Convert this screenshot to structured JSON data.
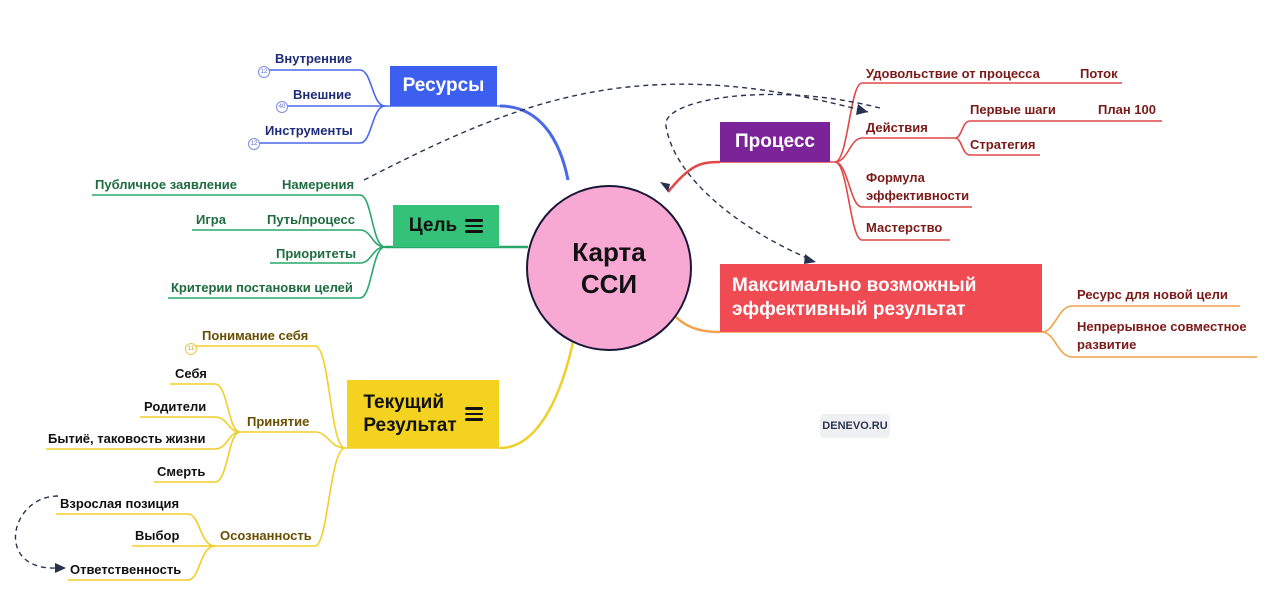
{
  "center": {
    "line1": "Карта",
    "line2": "ССИ"
  },
  "resources": {
    "title": "Ресурсы",
    "items": [
      {
        "label": "Внутренние",
        "badge": "12"
      },
      {
        "label": "Внешние",
        "badge": "40"
      },
      {
        "label": "Инструменты",
        "badge": "12"
      }
    ]
  },
  "goal": {
    "title": "Цель",
    "intent": "Намерения",
    "public": "Публичное заявление",
    "path": "Путь/процесс",
    "game": "Игра",
    "priorities": "Приоритеты",
    "criteria": "Критерии постановки целей"
  },
  "current": {
    "title1": "Текущий",
    "title2": "Результат",
    "self_understanding": "Понимание себя",
    "self_badge": "11",
    "acceptance": "Принятие",
    "acceptance_items": [
      "Себя",
      "Родители",
      "Бытиё, таковость жизни",
      "Смерть"
    ],
    "awareness": "Осознанность",
    "awareness_items": [
      "Взрослая позиция",
      "Выбор",
      "Ответственность"
    ]
  },
  "process": {
    "title": "Процесс",
    "enjoyment": "Удовольствие от процесса",
    "flow": "Поток",
    "actions": "Действия",
    "first_steps": "Первые шаги",
    "plan": "План 100",
    "strategy": "Стратегия",
    "formula1": "Формула",
    "formula2": "эффективности",
    "mastery": "Мастерство"
  },
  "result": {
    "title1": "Максимально возможный",
    "title2": "эффективный результат",
    "resource": "Ресурс для новой цели",
    "development1": "Непрерывное совместное",
    "development2": "развитие"
  },
  "watermark": "DENEVO.RU",
  "colors": {
    "resources": "#4a69ea",
    "goal": "#27a86a",
    "current": "#f0cf2a",
    "process": "#e04848",
    "result": "#f2a24a",
    "center": "#f7a8d3",
    "process_box": "#7b249a",
    "result_box": "#f04a52",
    "goal_box": "#33c277",
    "current_box": "#f3d320",
    "resources_box": "#3d5ff0"
  }
}
